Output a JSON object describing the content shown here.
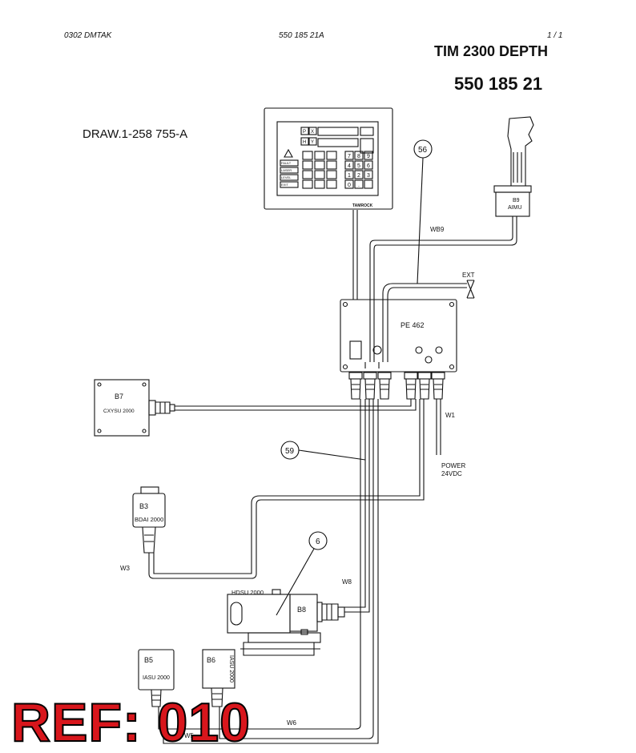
{
  "header": {
    "left": "0302  DMTAK",
    "center": "550 185 21A",
    "page": "1 / 1"
  },
  "title": {
    "line1": "TIM 2300 DEPTH",
    "line2": "550 185 21"
  },
  "drawing_ref": "DRAW.1-258 755-A",
  "ref_stamp": "REF: 010",
  "components": {
    "panel_brand": "TAMROCK",
    "panel_side_keys": [
      "FAULT",
      "LASER",
      "LEVEL",
      "EXIT"
    ],
    "panel_keypad": [
      "7",
      "8",
      "9",
      "4",
      "5",
      "6",
      "1",
      "2",
      "3",
      "0",
      "."
    ],
    "panel_letters": [
      "P",
      "X",
      "H",
      "Y"
    ],
    "joystick_id": "B9",
    "joystick_name": "AIMU",
    "junction_box": "PE 462",
    "ext_label": "EXT",
    "b7_id": "B7",
    "b7_name": "CXYSU 2000",
    "b3_id": "B3",
    "b3_name": "BDAI 2000",
    "hdsu_name": "HDSU 2000",
    "b8_id": "B8",
    "b5_id": "B5",
    "b5_name": "IASU 2000",
    "b6_id": "B6",
    "b6_name": "IASU 2000",
    "power_line1": "POWER",
    "power_line2": "24VDC"
  },
  "wires": {
    "wb9": "WB9",
    "w1": "W1",
    "w3": "W3",
    "w8": "W8",
    "w6": "W6",
    "w5": "W5"
  },
  "callouts": {
    "c56": "56",
    "c59": "59",
    "c6": "6"
  }
}
